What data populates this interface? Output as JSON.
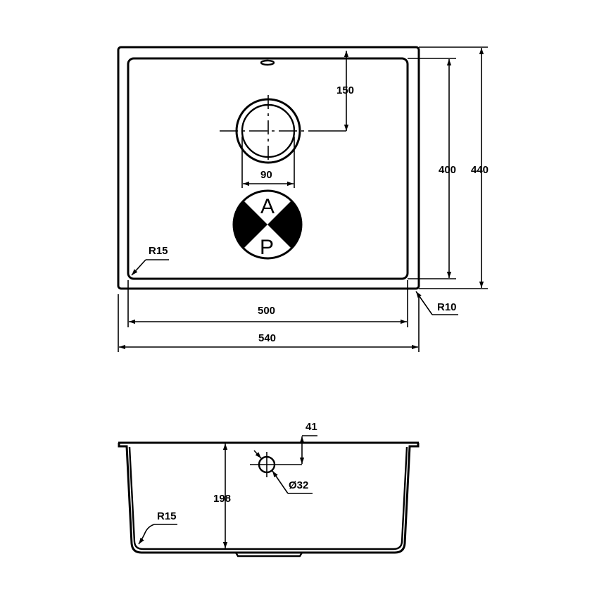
{
  "plan_view": {
    "dim_150": "150",
    "dim_90": "90",
    "dim_400": "400",
    "dim_440": "440",
    "dim_500": "500",
    "dim_540": "540",
    "radius_inner": "R15",
    "radius_outer": "R10"
  },
  "logo": {
    "top_letter": "A",
    "bottom_letter": "P"
  },
  "section_view": {
    "dim_41": "41",
    "dim_198": "198",
    "dim_overflow": "Ø32",
    "radius_bottom": "R15"
  }
}
